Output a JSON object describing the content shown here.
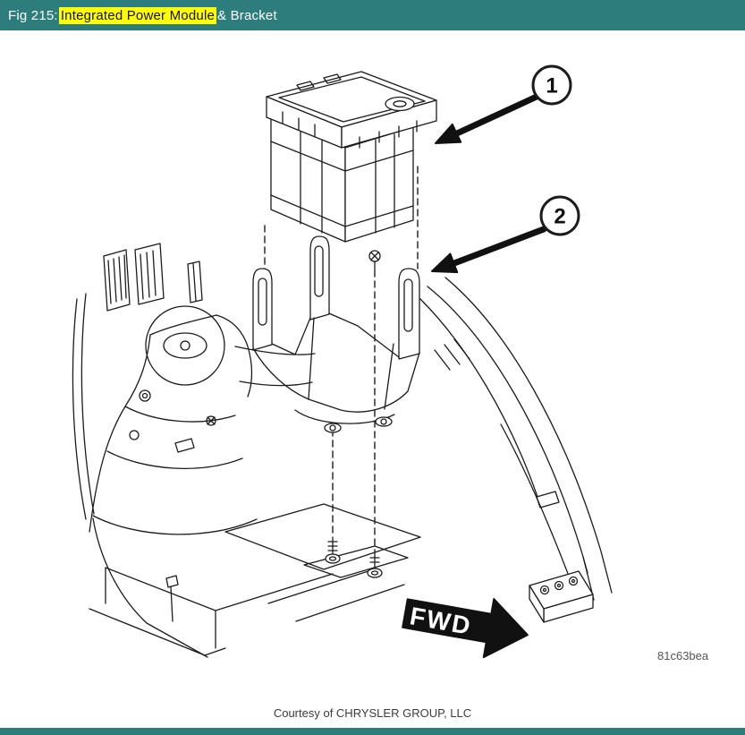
{
  "header": {
    "fig_prefix": "Fig 215: ",
    "highlight": "Integrated Power Module",
    "suffix": " & Bracket"
  },
  "diagram": {
    "callouts": [
      {
        "number": "1"
      },
      {
        "number": "2"
      }
    ],
    "fwd_label": "FWD",
    "part_code": "81c63bea"
  },
  "footer": {
    "courtesy": "Courtesy of CHRYSLER GROUP, LLC"
  },
  "colors": {
    "header_bg": "#2e7d7d",
    "highlight_bg": "#ffff00",
    "header_text": "#ffffff",
    "line_art": "#1c1c1c"
  }
}
